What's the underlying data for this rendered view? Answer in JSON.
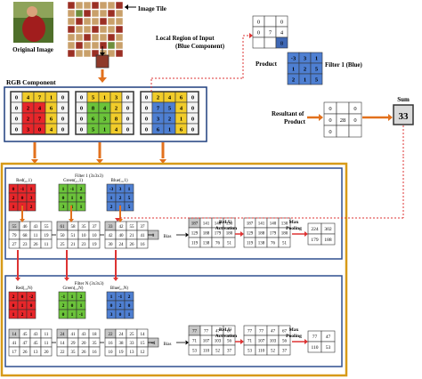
{
  "top": {
    "original_image_label": "Original Image",
    "image_tile_label": "Image Tile",
    "rgb_component_label": "RGB Component",
    "local_region_label_1": "Local Region of Input",
    "local_region_label_2": "(Blue Component)",
    "product_label": "Product",
    "filter1_blue_label": "Filter 1 (Blue)",
    "resultant_label_1": "Resultant of",
    "resultant_label_2": "Product",
    "sum_label": "Sum",
    "sum_value": "33",
    "product_grid": [
      [
        "0",
        "",
        "0"
      ],
      [
        "0",
        "7",
        "4"
      ],
      [
        "",
        "",
        "8"
      ]
    ],
    "filter_blue_grid": [
      [
        "-3",
        "3",
        "1"
      ],
      [
        "1",
        "2",
        "5"
      ],
      [
        "2",
        "1",
        "5"
      ]
    ],
    "resultant_grid": [
      [
        "0",
        "",
        "0"
      ],
      [
        "0",
        "28",
        "0"
      ],
      [
        "0",
        "",
        ""
      ]
    ],
    "rgb_red": [
      [
        "0",
        "4",
        "7",
        "1",
        "0"
      ],
      [
        "0",
        "2",
        "4",
        "6",
        "0"
      ],
      [
        "0",
        "2",
        "7",
        "6",
        "0"
      ],
      [
        "0",
        "3",
        "0",
        "4",
        "0"
      ]
    ],
    "rgb_green": [
      [
        "0",
        "5",
        "1",
        "3",
        "0"
      ],
      [
        "0",
        "8",
        "4",
        "2",
        "0"
      ],
      [
        "0",
        "6",
        "3",
        "8",
        "0"
      ],
      [
        "0",
        "5",
        "1",
        "4",
        "0"
      ]
    ],
    "rgb_blue": [
      [
        "0",
        "2",
        "4",
        "6",
        "0"
      ],
      [
        "0",
        "7",
        "5",
        "4",
        "0"
      ],
      [
        "0",
        "3",
        "2",
        "1",
        "0"
      ],
      [
        "0",
        "6",
        "1",
        "6",
        "0"
      ]
    ]
  },
  "panel1": {
    "red_label": "Red(,,,1)",
    "green_label": "Green(,,,1)",
    "blue_label": "Blue(,,,1)",
    "filter_title": "Filter 1 (3x3x3)",
    "red_filter": [
      [
        "0",
        "-1",
        "1"
      ],
      [
        "2",
        "0",
        "3"
      ],
      [
        "1",
        "1",
        "2"
      ]
    ],
    "green_filter": [
      [
        "1",
        "-1",
        "2"
      ],
      [
        "0",
        "1",
        "0"
      ],
      [
        "3",
        "1",
        "1"
      ]
    ],
    "blue_filter": [
      [
        "-3",
        "3",
        "1"
      ],
      [
        "1",
        "2",
        "5"
      ],
      [
        "2",
        "1",
        "5"
      ]
    ],
    "fm_red": [
      [
        "55",
        "46",
        "43",
        "55"
      ],
      [
        "79",
        "68",
        "11",
        "19"
      ],
      [
        "27",
        "23",
        "26",
        "11"
      ]
    ],
    "fm_green": [
      [
        "61",
        "58",
        "35",
        "37"
      ],
      [
        "50",
        "51",
        "10",
        "10"
      ],
      [
        "25",
        "21",
        "23",
        "19"
      ]
    ],
    "fm_blue": [
      [
        "33",
        "42",
        "55",
        "37"
      ],
      [
        "42",
        "40",
        "21",
        "41"
      ],
      [
        "30",
        "24",
        "26",
        "16"
      ]
    ],
    "bias_value": "1",
    "bias_label": "Bias",
    "sum_map": [
      [
        "187",
        "141",
        "140",
        "130"
      ],
      [
        "129",
        "188",
        "179",
        "180"
      ],
      [
        "119",
        "138",
        "76",
        "51"
      ]
    ],
    "activation_label_1": "ReLU",
    "activation_label_2": "Activation",
    "relu_map": [
      [
        "187",
        "141",
        "140",
        "130"
      ],
      [
        "129",
        "188",
        "179",
        "180"
      ],
      [
        "119",
        "138",
        "76",
        "51"
      ]
    ],
    "pooling_label_1": "Max",
    "pooling_label_2": "Pooling",
    "pool_map": [
      [
        "224",
        "302"
      ],
      [
        "179",
        "188"
      ]
    ]
  },
  "panelN": {
    "red_label": "Red(,,,N)",
    "green_label": "Green(,,,N)",
    "blue_label": "Blue(,,,N)",
    "filter_title": "Filter N (3x3x3)",
    "red_filter": [
      [
        "2",
        "0",
        "-2"
      ],
      [
        "0",
        "1",
        "0"
      ],
      [
        "1",
        "2",
        "1"
      ]
    ],
    "green_filter": [
      [
        "-1",
        "1",
        "2"
      ],
      [
        "2",
        "0",
        "1"
      ],
      [
        "0",
        "1",
        "-1"
      ]
    ],
    "blue_filter": [
      [
        "1",
        "-1",
        "2"
      ],
      [
        "0",
        "2",
        "0"
      ],
      [
        "3",
        "0",
        "1"
      ]
    ],
    "fm_red": [
      [
        "14",
        "45",
        "43",
        "11"
      ],
      [
        "41",
        "47",
        "45",
        "11"
      ],
      [
        "17",
        "26",
        "13",
        "20"
      ]
    ],
    "fm_green": [
      [
        "24",
        "41",
        "43",
        "18"
      ],
      [
        "14",
        "29",
        "20",
        "35"
      ],
      [
        "22",
        "35",
        "26",
        "16"
      ]
    ],
    "fm_blue": [
      [
        "22",
        "24",
        "25",
        "14"
      ],
      [
        "16",
        "38",
        "33",
        "15"
      ],
      [
        "10",
        "19",
        "13",
        "12"
      ]
    ],
    "bias_value": "-4",
    "bias_label": "Bias",
    "sum_map": [
      [
        "77",
        "77",
        "47",
        "67"
      ],
      [
        "71",
        "107",
        "103",
        "56"
      ],
      [
        "53",
        "110",
        "52",
        "37"
      ]
    ],
    "activation_label_1": "ReLU",
    "activation_label_2": "Activation",
    "relu_map": [
      [
        "77",
        "77",
        "47",
        "67"
      ],
      [
        "71",
        "107",
        "103",
        "56"
      ],
      [
        "53",
        "110",
        "52",
        "37"
      ]
    ],
    "pooling_label_1": "Max",
    "pooling_label_2": "Pooling",
    "pool_map": [
      [
        "77",
        "47"
      ],
      [
        "110",
        "53"
      ]
    ]
  },
  "colors": {
    "orange": "#e2711d",
    "panel_border": "#d79a18",
    "inner_border": "#2f4f8f",
    "red": "#e8262a",
    "green": "#6bc33a",
    "blue": "#4e7fd2",
    "yellow": "#f1cc2a",
    "grey": "#c7c7c7"
  }
}
